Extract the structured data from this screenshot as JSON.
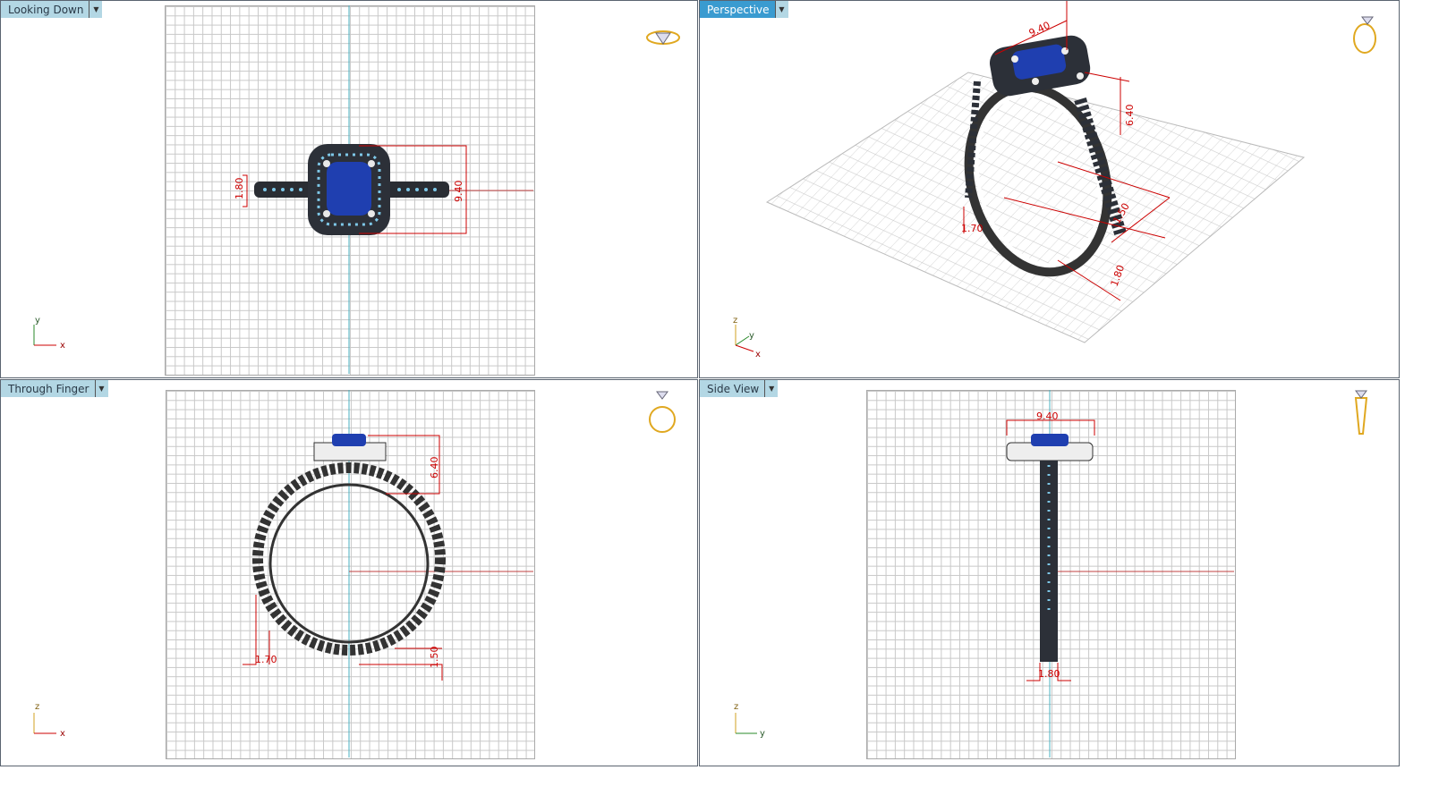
{
  "viewports": [
    {
      "title": "Looking Down",
      "active": false,
      "dimensions": [
        "1.80",
        "9.40"
      ],
      "axes": [
        "y",
        "x"
      ],
      "icon": "ring-top-icon"
    },
    {
      "title": "Perspective",
      "active": true,
      "dimensions": [
        "9.40",
        "6.40",
        "1.70",
        "1.50",
        "1.80"
      ],
      "axes": [
        "z",
        "y",
        "x"
      ],
      "icon": "ring-perspective-icon"
    },
    {
      "title": "Through Finger",
      "active": false,
      "dimensions": [
        "6.40",
        "1.70",
        "1.50"
      ],
      "axes": [
        "z",
        "x"
      ],
      "icon": "ring-front-icon"
    },
    {
      "title": "Side View",
      "active": false,
      "dimensions": [
        "9.40",
        "1.80"
      ],
      "axes": [
        "z",
        "y"
      ],
      "icon": "ring-side-icon"
    }
  ],
  "colors": {
    "tab_active": "#3a9bd0",
    "tab_inactive": "#b3d7e4",
    "dimension": "#cc0000",
    "gem": "#1f3fb0",
    "accent_stones": "#7ec8e8",
    "gold_icon": "#e0a820"
  }
}
